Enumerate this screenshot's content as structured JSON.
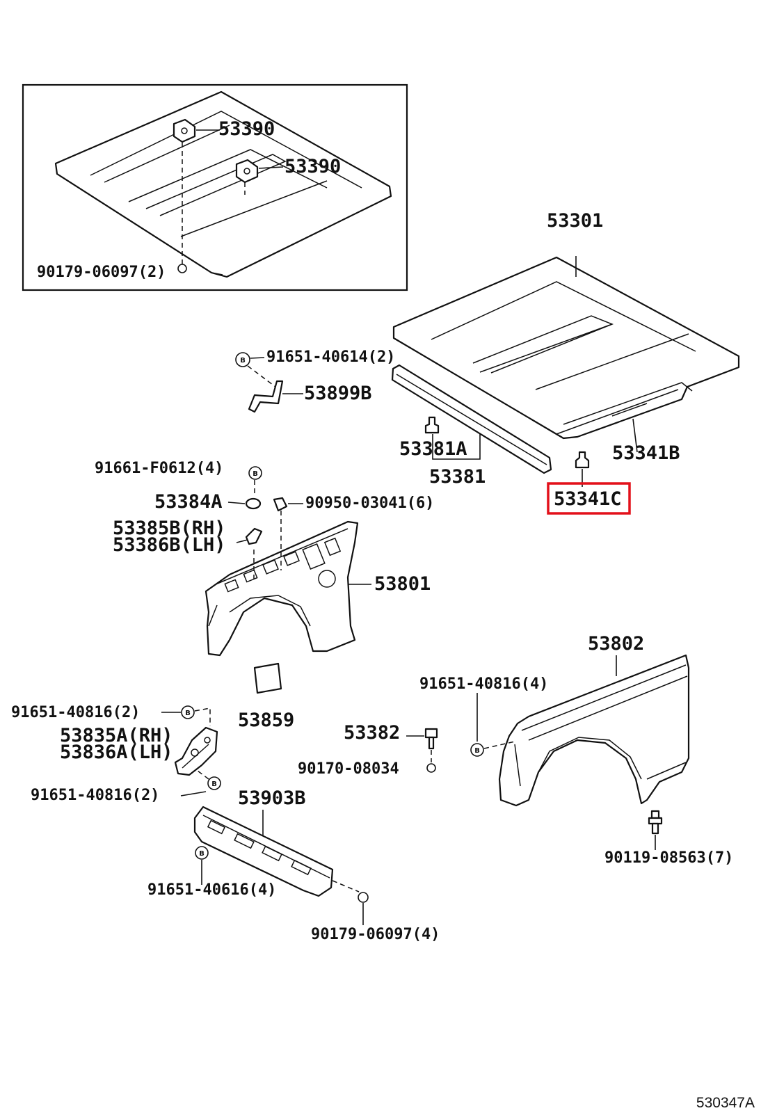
{
  "diagram": {
    "reference_code": "530347A",
    "highlighted_part": "53341C",
    "bolt_symbol": "B",
    "parts": [
      {
        "id": "p-53390a",
        "label": "53390"
      },
      {
        "id": "p-53390b",
        "label": "53390"
      },
      {
        "id": "p-90179-2",
        "label": "90179-06097(2)"
      },
      {
        "id": "p-53301",
        "label": "53301"
      },
      {
        "id": "p-91651-40614",
        "label": "91651-40614(2)"
      },
      {
        "id": "p-53899b",
        "label": "53899B"
      },
      {
        "id": "p-53381a",
        "label": "53381A"
      },
      {
        "id": "p-53381",
        "label": "53381"
      },
      {
        "id": "p-53341b",
        "label": "53341B"
      },
      {
        "id": "p-53341c",
        "label": "53341C"
      },
      {
        "id": "p-91661",
        "label": "91661-F0612(4)"
      },
      {
        "id": "p-53384a",
        "label": "53384A"
      },
      {
        "id": "p-90950",
        "label": "90950-03041(6)"
      },
      {
        "id": "p-53385b",
        "label": "53385B(RH)"
      },
      {
        "id": "p-53386b",
        "label": "53386B(LH)"
      },
      {
        "id": "p-53801",
        "label": "53801"
      },
      {
        "id": "p-53802",
        "label": "53802"
      },
      {
        "id": "p-91651-40816-4",
        "label": "91651-40816(4)"
      },
      {
        "id": "p-53859",
        "label": "53859"
      },
      {
        "id": "p-91651-40816-2a",
        "label": "91651-40816(2)"
      },
      {
        "id": "p-53835a",
        "label": "53835A(RH)"
      },
      {
        "id": "p-53836a",
        "label": "53836A(LH)"
      },
      {
        "id": "p-53382",
        "label": "53382"
      },
      {
        "id": "p-90170",
        "label": "90170-08034"
      },
      {
        "id": "p-91651-40816-2b",
        "label": "91651-40816(2)"
      },
      {
        "id": "p-53903b",
        "label": "53903B"
      },
      {
        "id": "p-91651-40616",
        "label": "91651-40616(4)"
      },
      {
        "id": "p-90119",
        "label": "90119-08563(7)"
      },
      {
        "id": "p-90179-4",
        "label": "90179-06097(4)"
      }
    ]
  }
}
